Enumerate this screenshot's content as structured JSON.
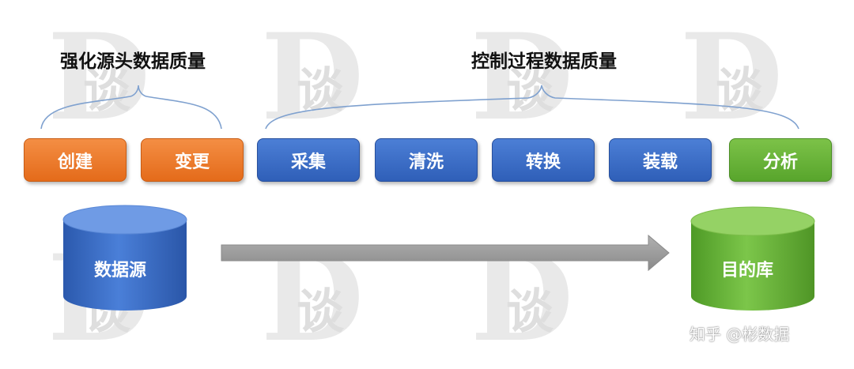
{
  "headings": {
    "left": "强化源头数据质量",
    "right": "控制过程数据质量"
  },
  "steps": [
    {
      "label": "创建",
      "color": "#e9762a"
    },
    {
      "label": "变更",
      "color": "#e9762a"
    },
    {
      "label": "采集",
      "color": "#3a6cc6"
    },
    {
      "label": "清洗",
      "color": "#3a6cc6"
    },
    {
      "label": "转换",
      "color": "#3a6cc6"
    },
    {
      "label": "装载",
      "color": "#3a6cc6"
    },
    {
      "label": "分析",
      "color": "#68b23a"
    }
  ],
  "source": {
    "label": "数据源",
    "color": "#3a6cc6"
  },
  "target": {
    "label": "目的库",
    "color": "#68b23a"
  },
  "watermark": "D谈",
  "credit": "知乎 @彬数据",
  "arrow_color": "#9a9a9a"
}
